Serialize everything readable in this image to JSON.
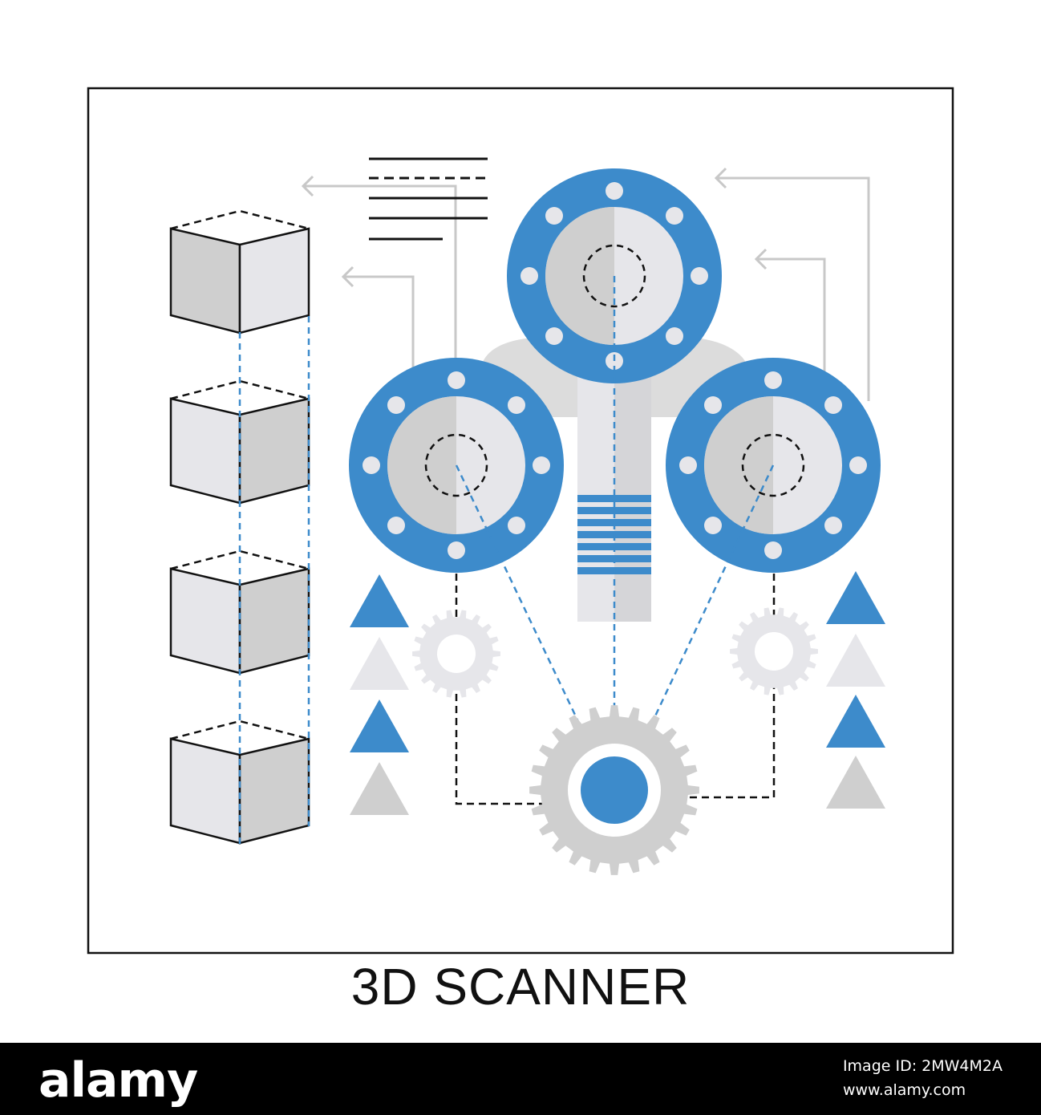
{
  "title": "3D SCANNER",
  "watermark_brand": "alamy",
  "footer": {
    "logo": "alamy",
    "image_id": "Image ID: 2MW4M2A",
    "site": "www.alamy.com"
  },
  "colors": {
    "blue": "#3d8bcb",
    "light_gray": "#e6e6ea",
    "mid_gray": "#cfcfcf",
    "dark_gray": "#bdbdbd",
    "line": "#111111"
  }
}
